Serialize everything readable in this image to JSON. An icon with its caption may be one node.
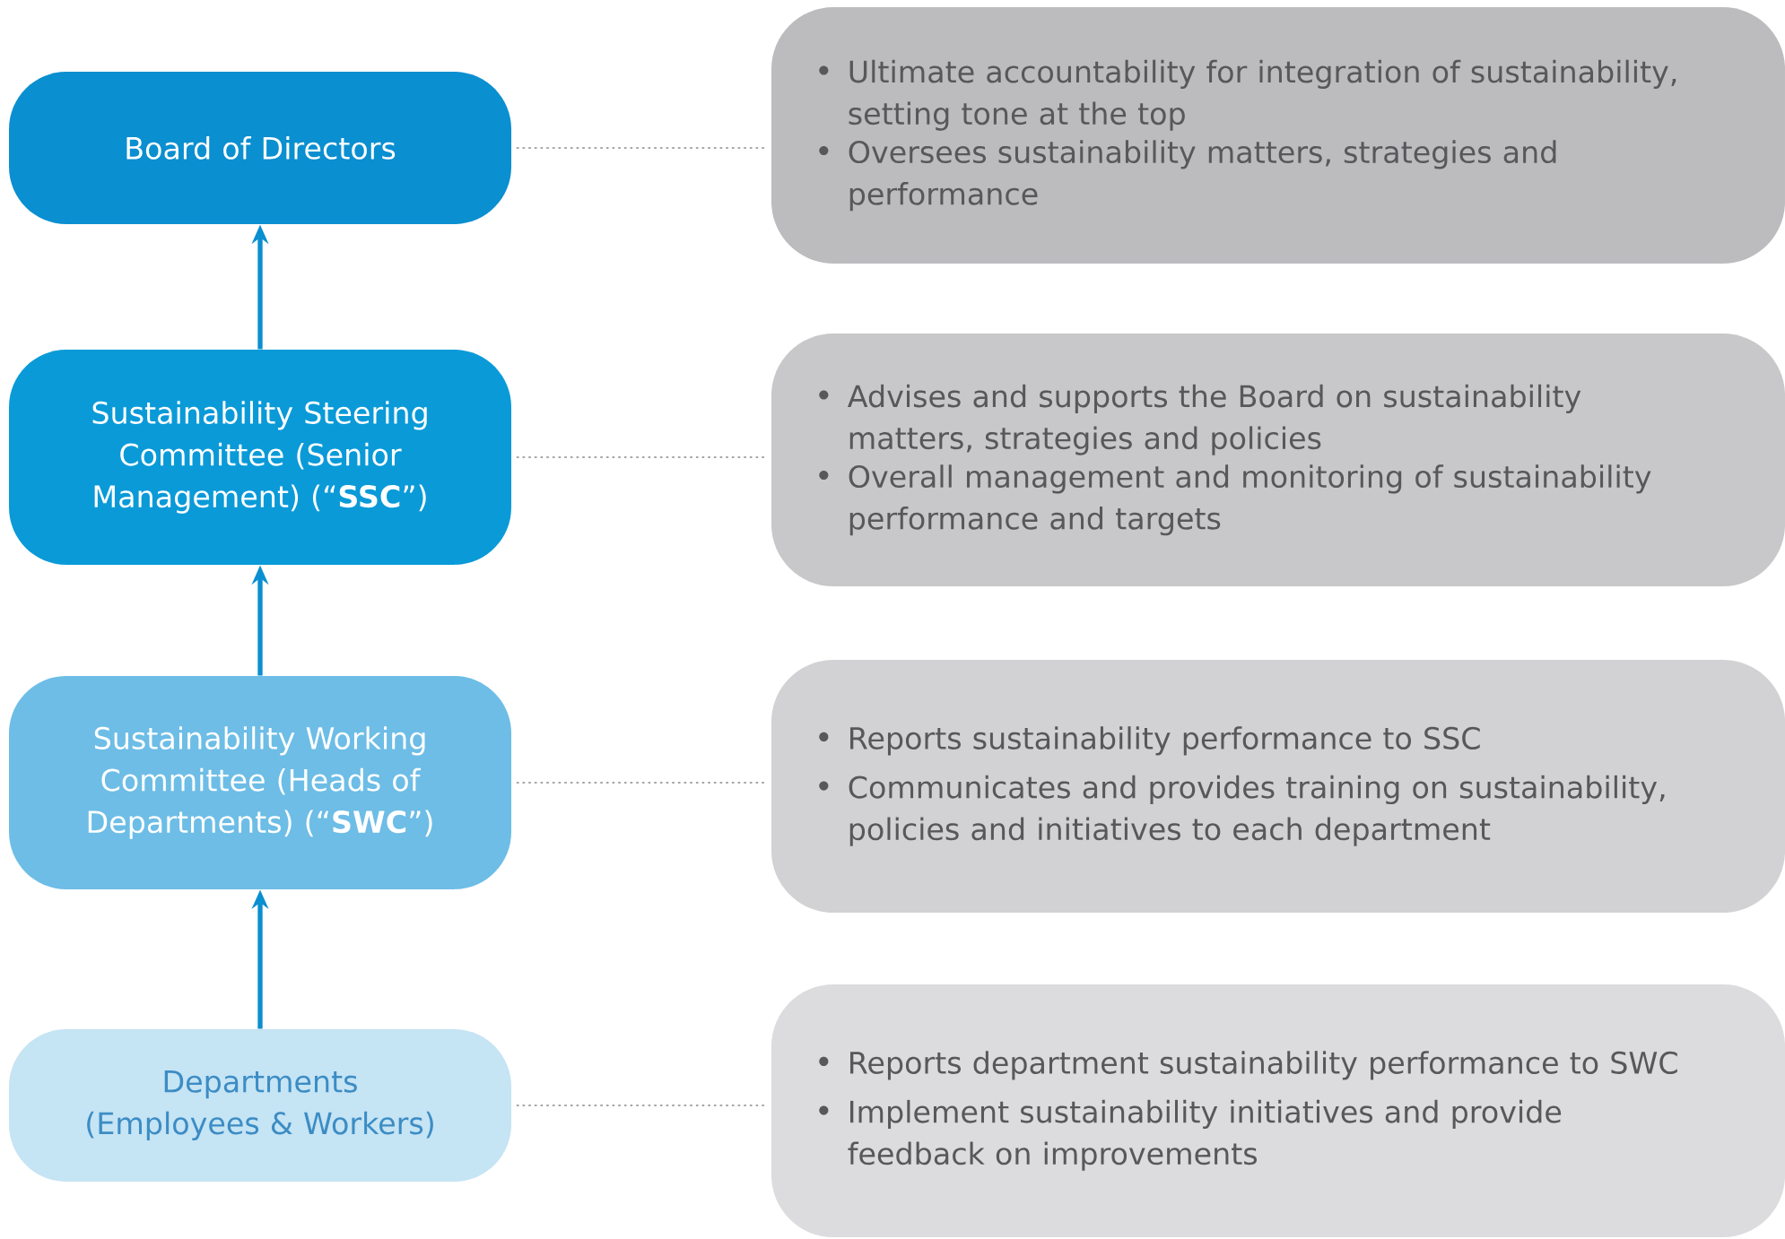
{
  "diagram": {
    "nodes": [
      {
        "text": [
          "Board of Directors"
        ]
      },
      {
        "text": [
          "Sustainability Steering Committee (Senior Management) (“**SSC**”)"
        ]
      },
      {
        "text": [
          "Sustainability Working Committee (Heads of Departments) (“**SWC**”)"
        ]
      },
      {
        "text": [
          "Departments (Employees & Workers)"
        ]
      },
      {
        "text": [
          "Ultimate accountability for integration of sustainability, setting tone at the top",
          "Oversees sustainability matters, strategies and performance"
        ]
      },
      {
        "text": [
          "Advises and supports the Board on sustainability matters, strategies and policies",
          "Overall management and monitoring of sustainability performance and targets"
        ]
      },
      {
        "text": [
          "Reports sustainability performance to SSC",
          "Communicates and provides training on sustainability, policies and initiatives to each department"
        ]
      },
      {
        "text": [
          "Reports department sustainability performance to SWC",
          "Implement sustainability initiatives and provide feedback on improvements"
        ]
      }
    ],
    "edges": [
      {
        "from": 3,
        "to": 2,
        "arrow": "to",
        "style": "thick",
        "color": "#0a8fd0"
      },
      {
        "from": 2,
        "to": 1,
        "arrow": "to",
        "style": "thick",
        "color": "#0a8fd0"
      },
      {
        "from": 1,
        "to": 0,
        "arrow": "to",
        "style": "thick",
        "color": "#0a8fd0"
      },
      {
        "from": 0,
        "to": 4,
        "arrow": "none",
        "style": "dashed",
        "color": "#8a8a8a"
      },
      {
        "from": 1,
        "to": 5,
        "arrow": "none",
        "style": "dashed",
        "color": "#8a8a8a"
      },
      {
        "from": 2,
        "to": 6,
        "arrow": "none",
        "style": "dashed",
        "color": "#8a8a8a"
      },
      {
        "from": 3,
        "to": 7,
        "arrow": "none",
        "style": "dashed",
        "color": "#8a8a8a"
      }
    ]
  }
}
